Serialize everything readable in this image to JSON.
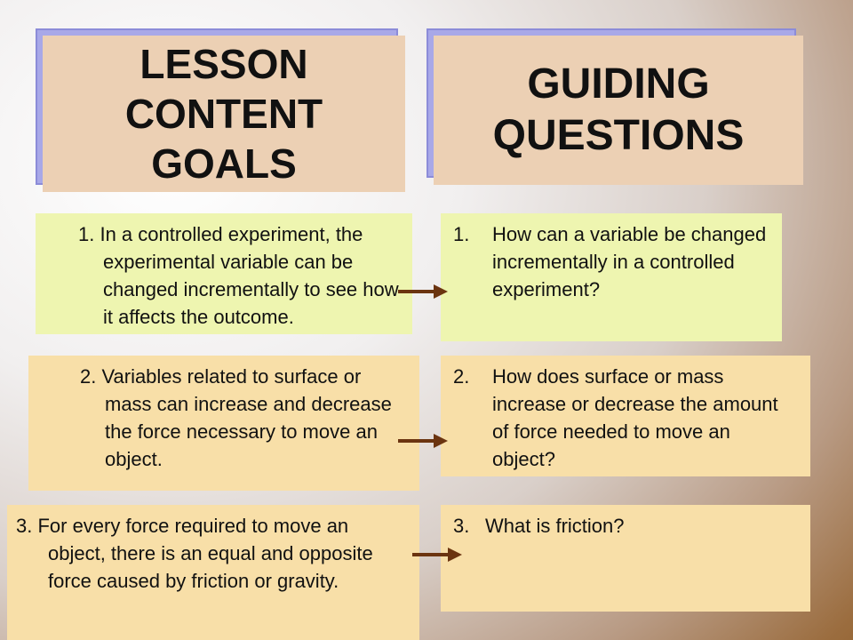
{
  "headers": {
    "lesson_goals": "LESSON CONTENT GOALS",
    "guiding_questions": "GUIDING QUESTIONS"
  },
  "goals": [
    {
      "text": "1. In a controlled experiment, the experimental variable can be changed incrementally to see how it affects the outcome."
    },
    {
      "text": "2. Variables related to surface or mass can increase and decrease the force necessary to move an object."
    },
    {
      "text": "3.  For every force required to move an object, there is an equal and opposite force caused by friction or gravity."
    }
  ],
  "questions": [
    {
      "number": "1.",
      "text": "How can a variable be changed incrementally in a controlled experiment?"
    },
    {
      "number": "2.",
      "text": "How does surface or mass increase or decrease the amount of force needed to move an object?"
    },
    {
      "number": "3.",
      "text": "What is friction?"
    }
  ],
  "colors": {
    "header_fill": "#ecd0b4",
    "header_shadow": "#a8a8e8",
    "row1_fill": "#eef5b0",
    "row2_3_fill": "#f8dfa8",
    "arrow": "#6b3410"
  },
  "icons": [
    "arrow-right-icon"
  ]
}
